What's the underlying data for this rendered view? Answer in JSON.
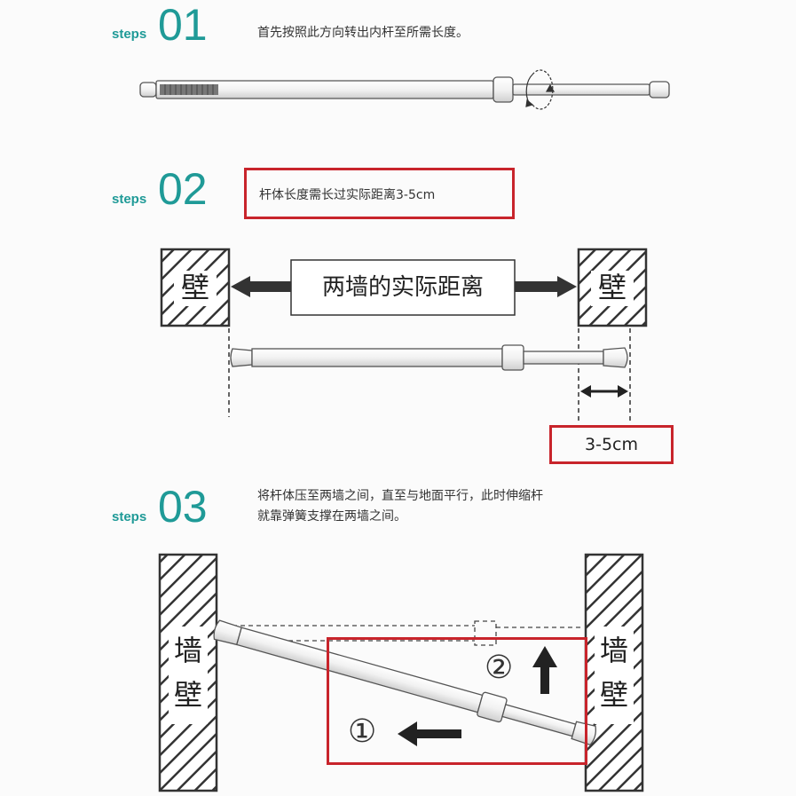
{
  "step1": {
    "label": "steps",
    "number": "01",
    "text": "首先按照此方向转出内杆至所需长度。"
  },
  "step2": {
    "label": "steps",
    "number": "02",
    "note": "杆体长度需长过实际距离3-5cm",
    "wall_char": "壁",
    "distance_label": "两墙的实际距离",
    "extra_label": "3-5cm"
  },
  "step3": {
    "label": "steps",
    "number": "03",
    "text_line1": "将杆体压至两墙之间，直至与地面平行，此时伸缩杆",
    "text_line2": "就靠弹簧支撑在两墙之间。",
    "wall_chars": [
      "墙",
      "壁"
    ],
    "marker_1": "①",
    "marker_2": "②"
  },
  "colors": {
    "accent": "#1f9a97",
    "highlight_box": "#c8242b",
    "line": "#3a3a3a"
  }
}
